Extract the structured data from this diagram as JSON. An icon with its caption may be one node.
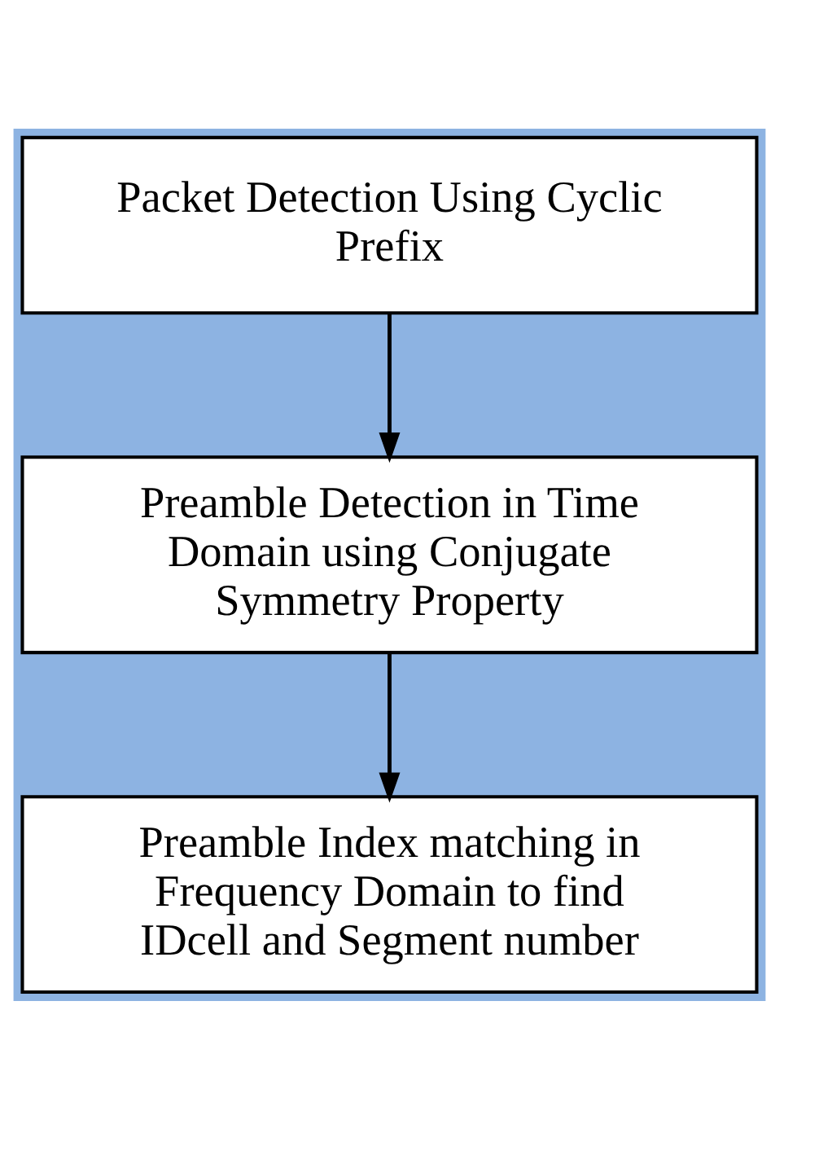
{
  "diagram": {
    "nodes": [
      {
        "text": [
          "Packet Detection Using Cyclic Prefix"
        ]
      },
      {
        "text": [
          "Preamble Detection in Time Domain using Conjugate Symmetry Property"
        ]
      },
      {
        "text": [
          "Preamble Index matching in Frequency Domain to find IDcell and Segment number"
        ]
      }
    ],
    "edges": [
      {
        "from": 0,
        "to": 1,
        "arrow": "to"
      },
      {
        "from": 1,
        "to": 2,
        "arrow": "to"
      }
    ]
  }
}
